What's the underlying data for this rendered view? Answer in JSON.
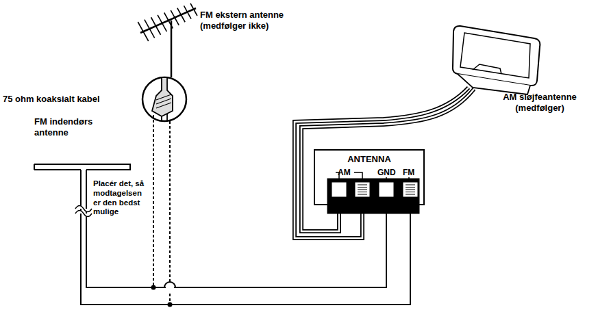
{
  "diagram": {
    "nodes": [
      {
        "text": [
          "ANTENNA"
        ]
      }
    ],
    "labels": [
      "FM ekstern antenne (medfølger ikke)",
      "75 ohm koaksialt kabel",
      "AM sløjfeantenne (medfølger)",
      "FM indendørs antenne",
      "Placér det, så modtagelsen er den bedst mulige",
      "AM",
      "GND",
      "FM"
    ]
  }
}
